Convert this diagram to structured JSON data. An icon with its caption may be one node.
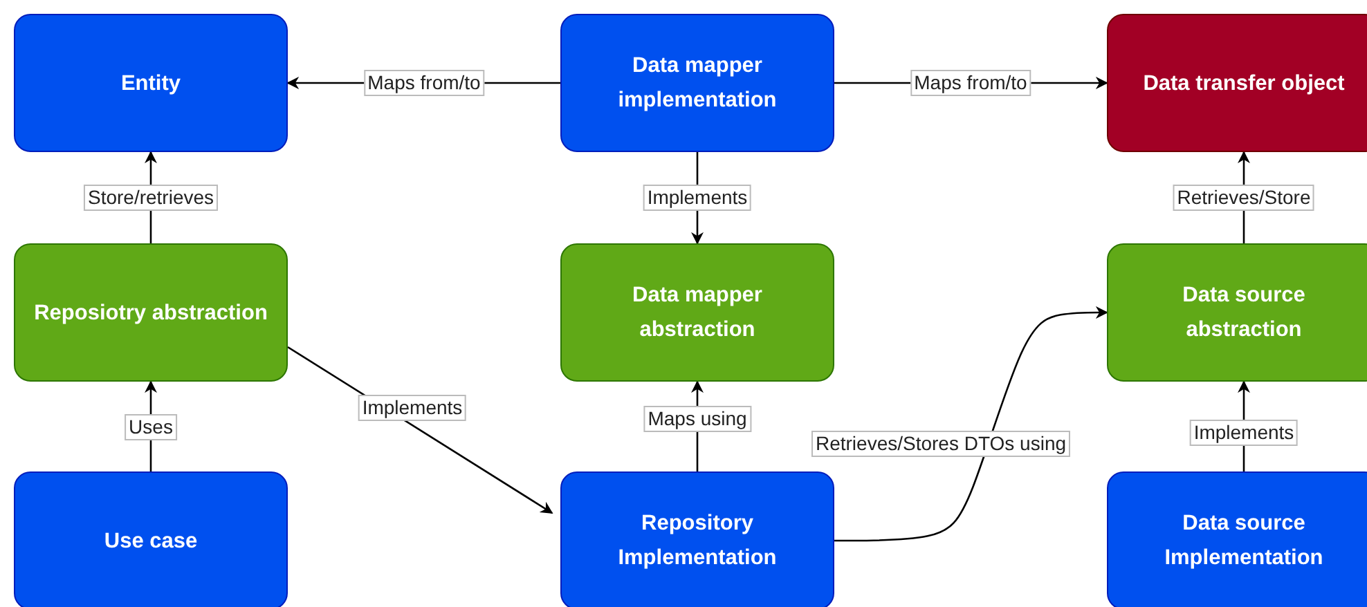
{
  "diagram": {
    "nodes": [
      {
        "text": [
          "Entity"
        ]
      },
      {
        "text": [
          "Data mapper implementation"
        ]
      },
      {
        "text": [
          "Data transfer object"
        ]
      },
      {
        "text": [
          "Reposiotry abstraction"
        ]
      },
      {
        "text": [
          "Data mapper abstraction"
        ]
      },
      {
        "text": [
          "Data source abstraction"
        ]
      },
      {
        "text": [
          "Use case"
        ]
      },
      {
        "text": [
          "Repository Implementation"
        ]
      },
      {
        "text": [
          "Data source Implementation"
        ]
      }
    ],
    "edges": [
      {
        "from": 1,
        "to": 0,
        "arrow": "to",
        "label": "Maps from/to"
      },
      {
        "from": 1,
        "to": 2,
        "arrow": "to",
        "label": "Maps from/to"
      },
      {
        "from": 3,
        "to": 0,
        "arrow": "to",
        "label": "Store/retrieves"
      },
      {
        "from": 1,
        "to": 4,
        "arrow": "to",
        "label": "Implements"
      },
      {
        "from": 5,
        "to": 2,
        "arrow": "to",
        "label": "Retrieves/Store"
      },
      {
        "from": 6,
        "to": 3,
        "arrow": "to",
        "label": "Uses"
      },
      {
        "from": 3,
        "to": 7,
        "arrow": "to",
        "label": "Implements"
      },
      {
        "from": 7,
        "to": 4,
        "arrow": "to",
        "label": "Maps using"
      },
      {
        "from": 7,
        "to": 5,
        "arrow": "to",
        "label": "Retrieves/Stores DTOs using"
      },
      {
        "from": 8,
        "to": 5,
        "arrow": "to",
        "label": "Implements"
      }
    ]
  }
}
